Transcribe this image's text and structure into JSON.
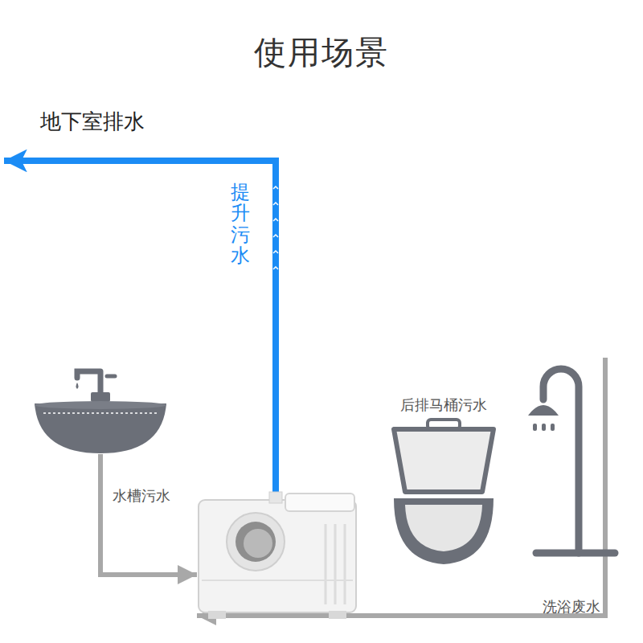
{
  "diagram": {
    "title": "使用场景",
    "nodes": [
      {
        "text": [
          "地下室排水"
        ]
      },
      {
        "text": [
          "水槽污水"
        ]
      },
      {
        "text": []
      },
      {
        "text": [
          "后排马桶污水"
        ]
      },
      {
        "text": [
          "洗浴废水"
        ]
      }
    ],
    "edges": [
      {
        "from": 1,
        "to": 2,
        "arrow": "to"
      },
      {
        "from": 4,
        "to": 2,
        "arrow": "to"
      },
      {
        "from": 2,
        "to": 0,
        "arrow": "to",
        "label": "提升污水"
      }
    ]
  }
}
